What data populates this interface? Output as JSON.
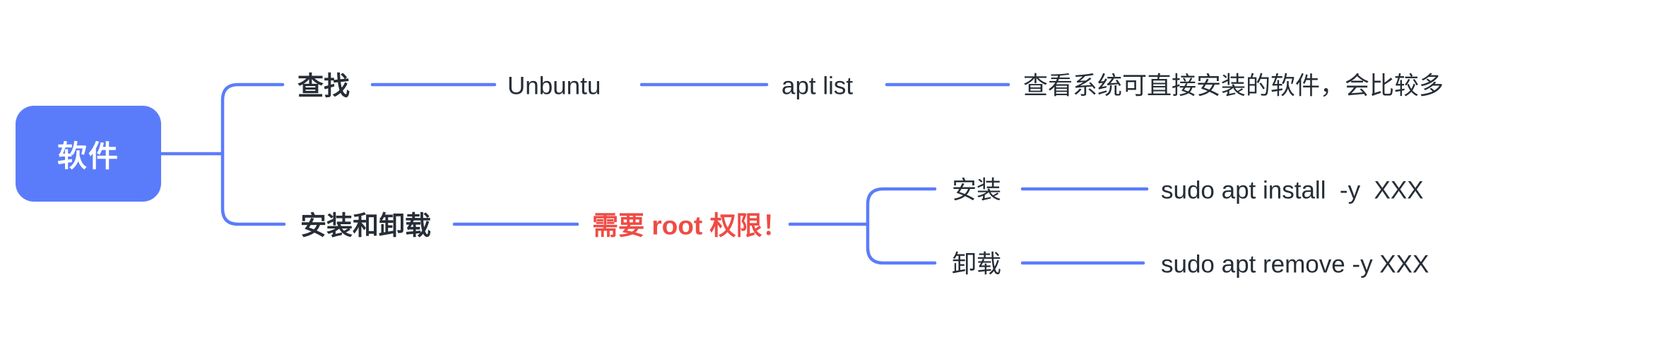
{
  "colors": {
    "node-fill": "#5B7CFA",
    "node-text": "#FFFFFF",
    "connector": "#5B7CFA",
    "text-dark": "#262D36",
    "emphasis-red": "#EF4B45"
  },
  "mindmap": {
    "root": {
      "label": "软件"
    },
    "branches": [
      {
        "topic": "查找",
        "nodes": [
          {
            "label": "Unbuntu"
          },
          {
            "label": "apt list"
          },
          {
            "label": "查看系统可直接安装的软件，会比较多"
          }
        ]
      },
      {
        "topic": "安装和卸载",
        "note": "需要 root 权限！",
        "children": [
          {
            "label": "安装",
            "command": "sudo apt install  -y  XXX"
          },
          {
            "label": "卸载",
            "command": "sudo apt remove -y XXX"
          }
        ]
      }
    ]
  }
}
